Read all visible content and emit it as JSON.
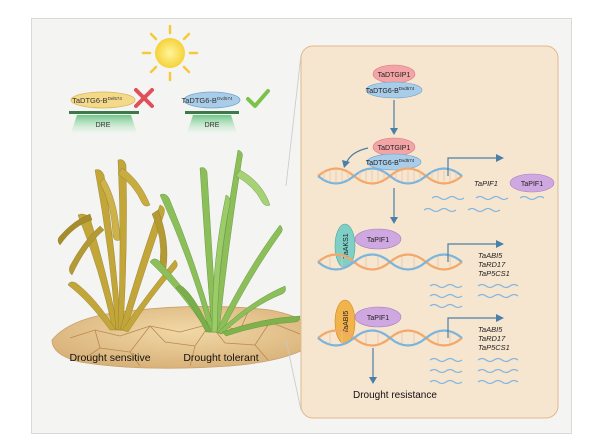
{
  "left_panel": {
    "sensitive_variant": {
      "protein": "TaDTG6-B",
      "superscript": "Del574",
      "status": "not-binding",
      "status_icon": "cross-icon"
    },
    "tolerant_variant": {
      "protein": "TaDTG6-B",
      "superscript": "Dvd574",
      "status": "binding",
      "status_icon": "check-icon"
    },
    "dre_label": "DRE",
    "label_sensitive": "Drought sensitive",
    "label_tolerant": "Drought tolerant"
  },
  "right_panel": {
    "complex_top_1": "TaDTGIP1",
    "complex_top_2_base": "TaDTG6-B",
    "complex_top_2_sup": "Dvd574",
    "complex_mid_1": "TaDTGIP1",
    "complex_mid_2_base": "TaDTG6-B",
    "complex_mid_2_sup": "Dvd574",
    "gene_pif1": "TaPIF1",
    "protein_pif1": "TaPIF1",
    "step2": {
      "partner": "TaAKS1",
      "tf": "TaPIF1",
      "genes": [
        "TaABI5",
        "TaRD17",
        "TaP5CS1"
      ]
    },
    "step3": {
      "partner": "TaABI5",
      "tf": "TaPIF1",
      "genes": [
        "TaABI5",
        "TaRD17",
        "TaP5CS1"
      ]
    },
    "outcome": "Drought resistance"
  },
  "colors": {
    "panel_bg": "#f7e6cf",
    "panel_border": "#e2b98c",
    "dgtip_pink": "#f2a4a6",
    "dtg6_blue": "#a9cde9",
    "pif1_purple": "#cfa8e1",
    "aks1_teal": "#7fcfc7",
    "abi5_orange": "#f2b34d",
    "dna_orange": "#f3a86a",
    "dna_blue": "#7db4dc",
    "mrna_blue": "#84b6de",
    "arrow_blue": "#4a7fa8",
    "cross_red": "#e0505a",
    "check_green": "#7cc24a"
  }
}
